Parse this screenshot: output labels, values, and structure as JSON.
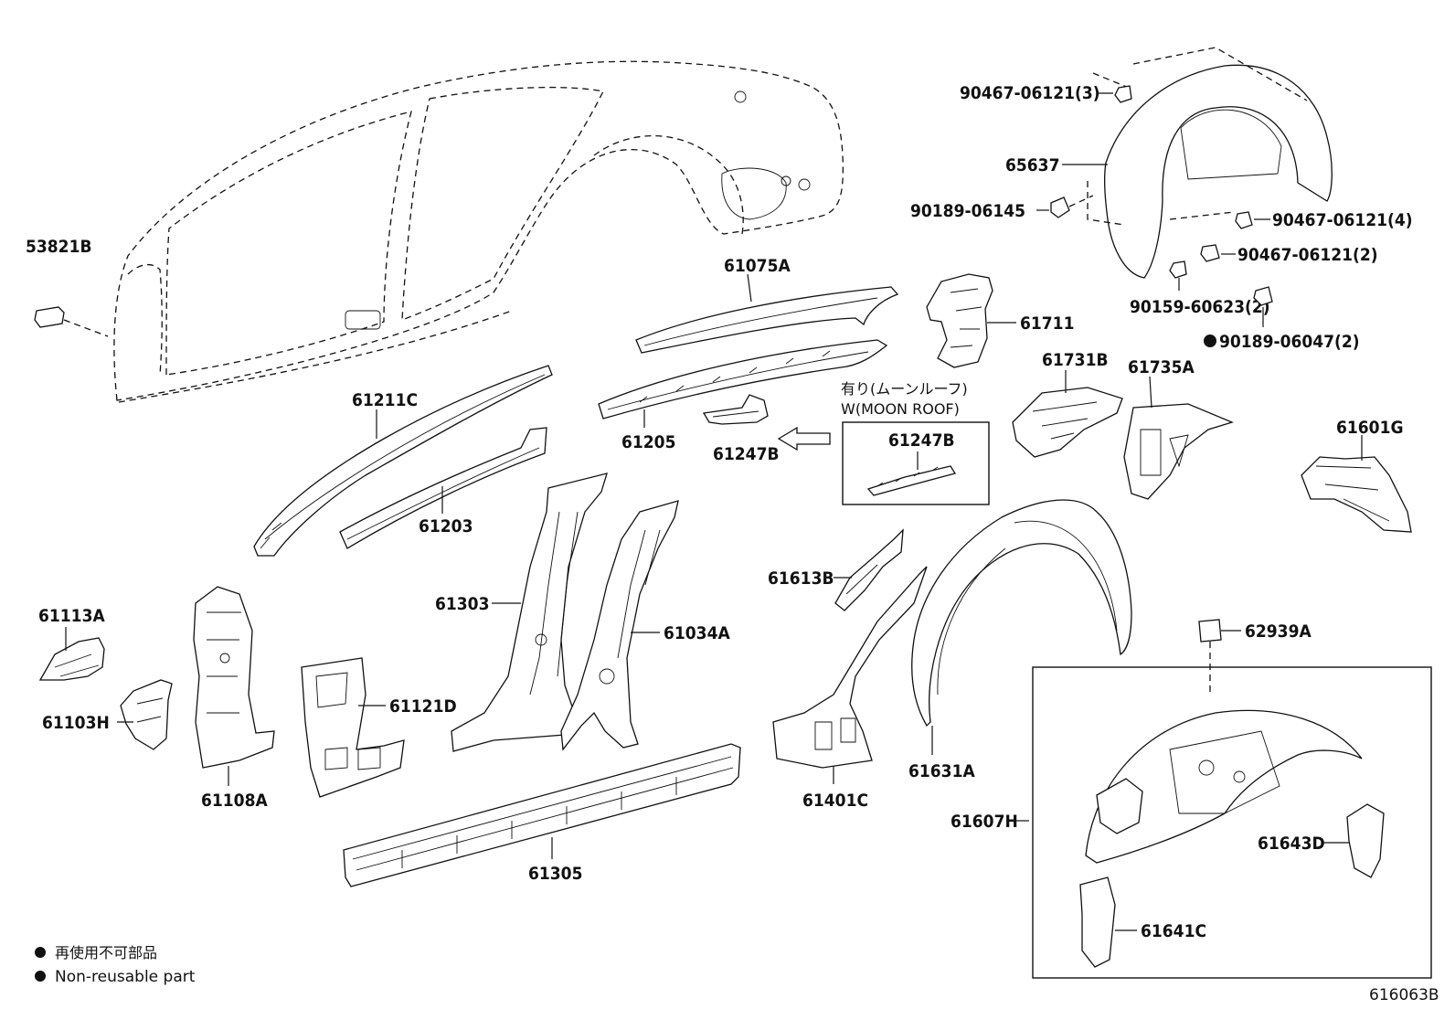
{
  "diagram_id": "616063B",
  "callouts": {
    "p53821B": "53821B",
    "p61075A": "61075A",
    "p61711": "61711",
    "p61211C": "61211C",
    "p61205": "61205",
    "p61247B_main": "61247B",
    "p61247B_box": "61247B",
    "p61731B": "61731B",
    "p61735A": "61735A",
    "p61601G": "61601G",
    "p61203": "61203",
    "p61303": "61303",
    "p61034A": "61034A",
    "p61613B": "61613B",
    "p61113A": "61113A",
    "p61103H": "61103H",
    "p61121D": "61121D",
    "p61108A": "61108A",
    "p61401C": "61401C",
    "p61631A": "61631A",
    "p61305": "61305",
    "p62939A": "62939A",
    "p61607H": "61607H",
    "p61643D": "61643D",
    "p61641C": "61641C",
    "p65637": "65637",
    "f90467_3": "90467-06121(3)",
    "f90189_06145": "90189-06145",
    "f90467_4": "90467-06121(4)",
    "f90467_2": "90467-06121(2)",
    "f90159": "90159-60623(2)",
    "f90189_06047": "90189-06047(2)"
  },
  "moonroof_box": {
    "title_jp": "有り(ムーンルーフ)",
    "title_en": "W(MOON ROOF)"
  },
  "legend": {
    "jp": "再使用不可部品",
    "en": "Non-reusable part"
  }
}
